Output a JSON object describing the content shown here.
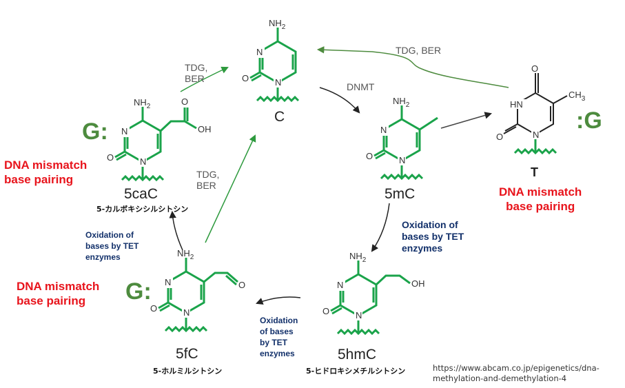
{
  "colors": {
    "ring": "#1aa34a",
    "accent_green": "#4d8b3e",
    "arrow_dark": "#222222",
    "red": "#e8141c",
    "navy": "#12306a"
  },
  "molecules": {
    "c": {
      "name": "C"
    },
    "mc": {
      "name": "5mC"
    },
    "hmc": {
      "name": "5hmC",
      "jp": "5-ヒドロキシメチルシトシン"
    },
    "fc": {
      "name": "5fC",
      "jp": "5-ホルミルシトシン"
    },
    "cac": {
      "name": "5caC",
      "jp": "5-カルボキシシルシトシン"
    },
    "t": {
      "name": "T"
    }
  },
  "atoms": {
    "n": "N",
    "o": "O",
    "nh2": "NH",
    "sub2": "2",
    "ch3": "CH",
    "sub3": "3",
    "hn": "HN",
    "oh": "OH"
  },
  "labels": {
    "dnmt": "DNMT",
    "tdg_ber_top": "TDG, BER",
    "tdg_ber_left_1": "TDG,",
    "tdg_ber_left_2": "BER",
    "tdg_ber_mid_1": "TDG,",
    "tdg_ber_mid_2": "BER",
    "g_colon": "G:",
    "colon_g": ":G",
    "mismatch_1": "DNA mismatch",
    "mismatch_2": "base pairing",
    "ox_right": [
      "Oxidation of",
      "bases by TET",
      "enzymes"
    ],
    "ox_left": [
      "Oxidation of",
      "bases by TET",
      "enzymes"
    ],
    "ox_bottom": [
      "Oxidation",
      "of bases",
      "by TET",
      "enzymes"
    ],
    "source_1": "https://www.abcam.co.jp/epigenetics/dna-",
    "source_2": "methylation-and-demethylation-4"
  }
}
